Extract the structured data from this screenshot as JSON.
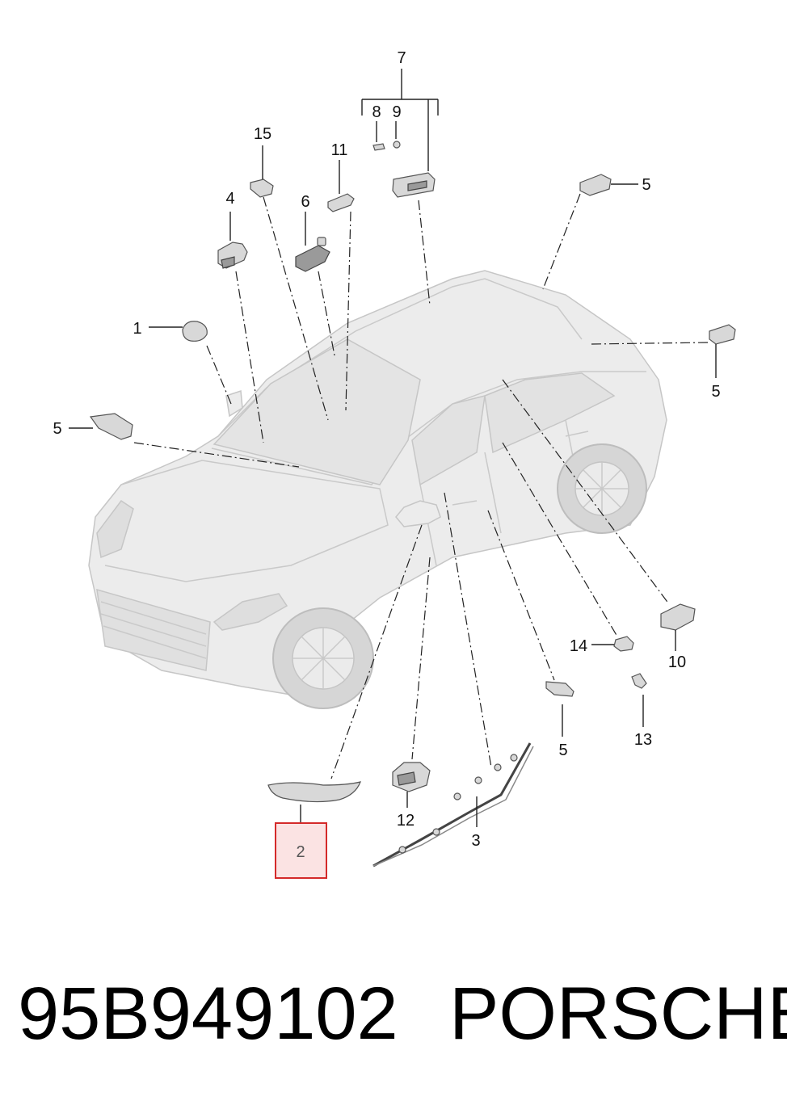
{
  "callouts": {
    "c1": "1",
    "c2": "2",
    "c3": "3",
    "c4": "4",
    "c5a": "5",
    "c5b": "5",
    "c5c": "5",
    "c5d": "5",
    "c6": "6",
    "c7": "7",
    "c8": "8",
    "c9": "9",
    "c10": "10",
    "c11": "11",
    "c12": "12",
    "c13": "13",
    "c14": "14",
    "c15": "15"
  },
  "highlight_color": "#d42a2a",
  "highlight_fill": "#fbe3e3",
  "footer": {
    "part_number": "95B949102",
    "brand": "PORSCHE"
  }
}
